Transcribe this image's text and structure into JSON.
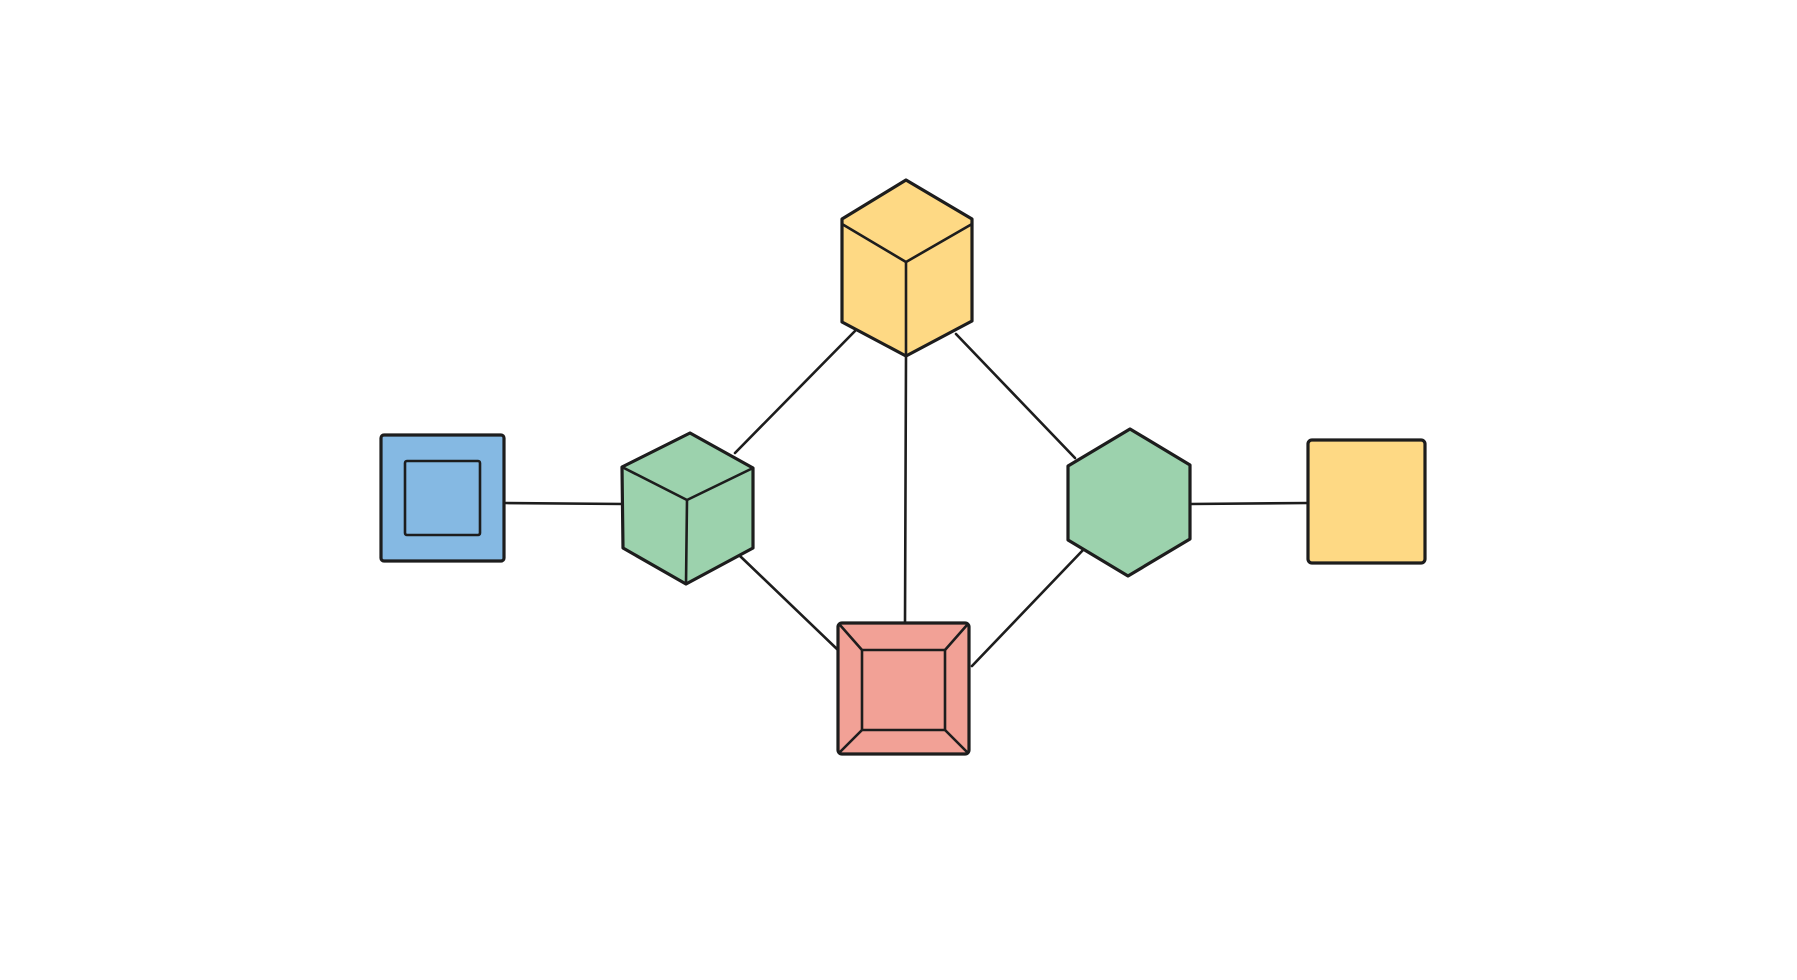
{
  "diagram": {
    "palette": {
      "stroke": "#1d1d1d",
      "background": "#ffffff",
      "blue": "#85b9e3",
      "green": "#9cd2ad",
      "yellow": "#fed984",
      "red": "#f2a196"
    },
    "nodes": [
      {
        "id": "top-cube",
        "shape": "cube",
        "color": "yellow"
      },
      {
        "id": "left-cube",
        "shape": "cube",
        "color": "green"
      },
      {
        "id": "right-hexagon",
        "shape": "hexagon",
        "color": "green"
      },
      {
        "id": "bottom-square",
        "shape": "beveled-square",
        "color": "red"
      },
      {
        "id": "left-square",
        "shape": "framed-square",
        "color": "blue"
      },
      {
        "id": "right-square",
        "shape": "square",
        "color": "yellow"
      }
    ],
    "edges": [
      {
        "from": "left-square",
        "to": "left-cube"
      },
      {
        "from": "left-cube",
        "to": "top-cube"
      },
      {
        "from": "top-cube",
        "to": "right-hexagon"
      },
      {
        "from": "top-cube",
        "to": "bottom-square"
      },
      {
        "from": "left-cube",
        "to": "bottom-square"
      },
      {
        "from": "right-hexagon",
        "to": "bottom-square"
      },
      {
        "from": "right-hexagon",
        "to": "right-square"
      }
    ]
  }
}
